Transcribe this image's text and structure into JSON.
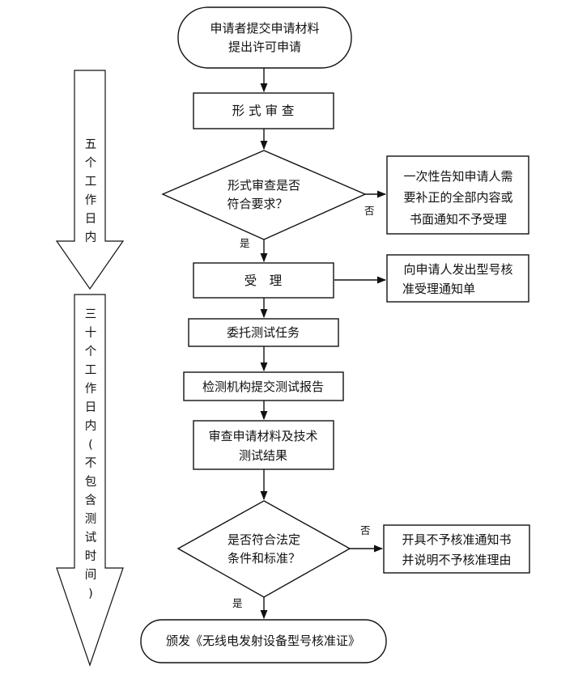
{
  "nodes": {
    "start": [
      "申请者提交申请材料",
      "提出许可申请"
    ],
    "formal_review": "形 式 审 查",
    "decision1": [
      "形式审查是否",
      "符合要求？"
    ],
    "notify1": [
      "一次性告知申请人需",
      "要补正的全部内容或",
      "书面通知不予受理"
    ],
    "accept": "受　理",
    "notify2": [
      "向申请人发出型号核",
      "准受理通知单"
    ],
    "commission": "委托测试任务",
    "report": "检测机构提交测试报告",
    "review": [
      "审查申请材料及技术",
      "测试结果"
    ],
    "decision2": [
      "是否符合法定",
      "条件和标准？"
    ],
    "reject": [
      "开具不予核准通知书",
      "并说明不予核准理由"
    ],
    "issue": "颁发《无线电发射设备型号核准证》"
  },
  "labels": {
    "no": "否",
    "yes": "是"
  },
  "timeline": {
    "first": [
      "五",
      "个",
      "工",
      "作",
      "日",
      "内"
    ],
    "second": [
      "三",
      "十",
      "个",
      "工",
      "作",
      "日",
      "内",
      "(",
      "不",
      "包",
      "含",
      "测",
      "试",
      "时",
      "间",
      ")"
    ]
  }
}
